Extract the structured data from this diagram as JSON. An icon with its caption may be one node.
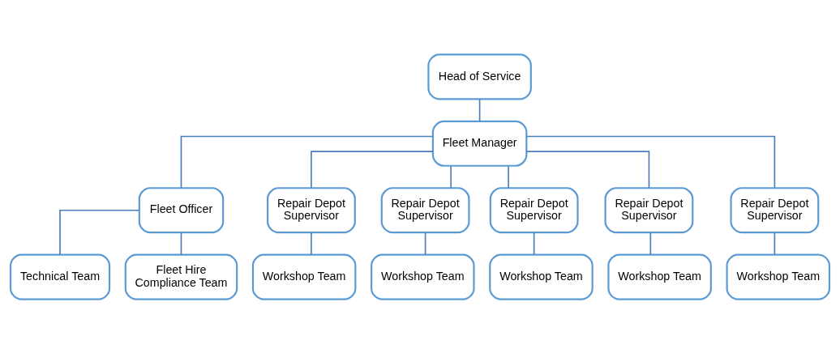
{
  "diagram": {
    "nodes": [
      {
        "text": [
          "Head of Service"
        ]
      },
      {
        "text": [
          "Fleet Manager"
        ]
      },
      {
        "text": [
          "Fleet Officer"
        ]
      },
      {
        "text": [
          "Repair Depot Supervisor"
        ]
      },
      {
        "text": [
          "Repair Depot Supervisor"
        ]
      },
      {
        "text": [
          "Repair Depot Supervisor"
        ]
      },
      {
        "text": [
          "Repair Depot Supervisor"
        ]
      },
      {
        "text": [
          "Repair Depot Supervisor"
        ]
      },
      {
        "text": [
          "Technical Team"
        ]
      },
      {
        "text": [
          "Fleet Hire Compliance Team"
        ]
      },
      {
        "text": [
          "Workshop Team"
        ]
      },
      {
        "text": [
          "Workshop Team"
        ]
      },
      {
        "text": [
          "Workshop Team"
        ]
      },
      {
        "text": [
          "Workshop Team"
        ]
      },
      {
        "text": [
          "Workshop Team"
        ]
      }
    ],
    "edges": [
      {
        "from": 0,
        "to": 1,
        "arrow": "none"
      },
      {
        "from": 1,
        "to": 2,
        "arrow": "none"
      },
      {
        "from": 1,
        "to": 3,
        "arrow": "none"
      },
      {
        "from": 1,
        "to": 4,
        "arrow": "none"
      },
      {
        "from": 1,
        "to": 5,
        "arrow": "none"
      },
      {
        "from": 1,
        "to": 6,
        "arrow": "none"
      },
      {
        "from": 1,
        "to": 7,
        "arrow": "none"
      },
      {
        "from": 2,
        "to": 8,
        "arrow": "none"
      },
      {
        "from": 2,
        "to": 9,
        "arrow": "none"
      },
      {
        "from": 3,
        "to": 10,
        "arrow": "none"
      },
      {
        "from": 4,
        "to": 11,
        "arrow": "none"
      },
      {
        "from": 5,
        "to": 12,
        "arrow": "none"
      },
      {
        "from": 6,
        "to": 13,
        "arrow": "none"
      },
      {
        "from": 7,
        "to": 14,
        "arrow": "none"
      }
    ]
  }
}
